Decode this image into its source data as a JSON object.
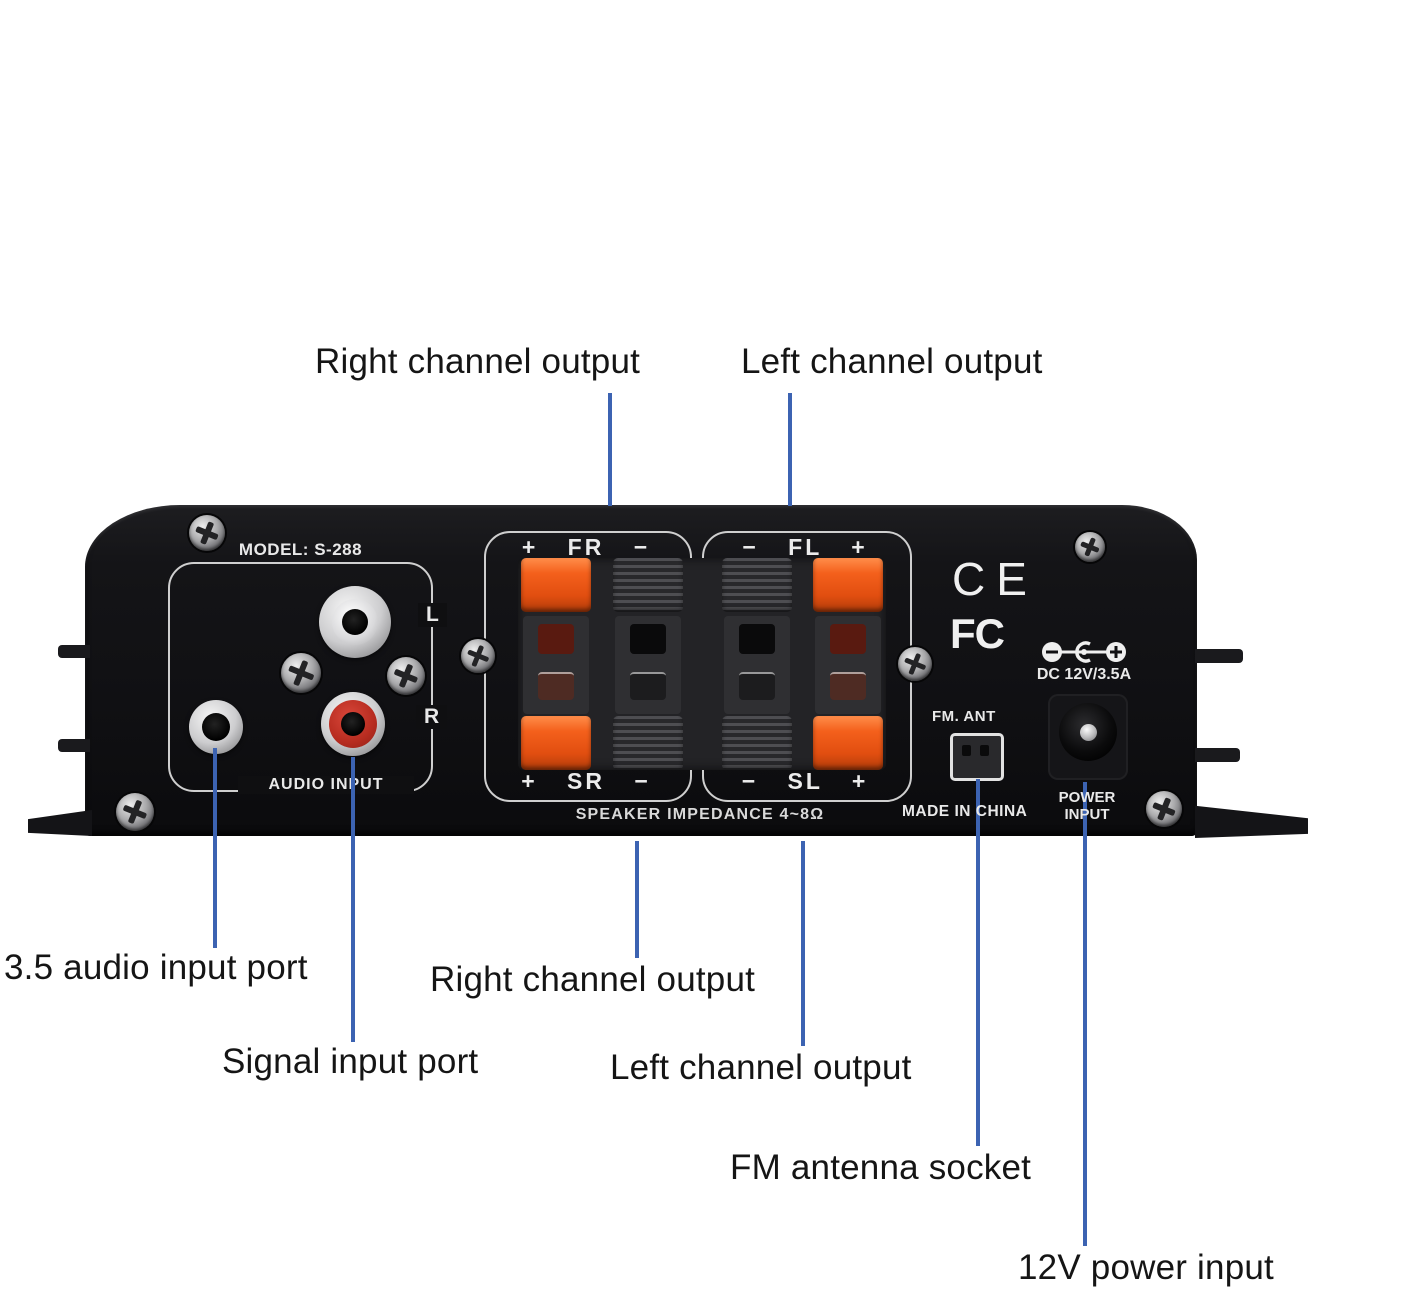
{
  "annotations": {
    "top_right_channel": "Right channel output",
    "top_left_channel": "Left channel output",
    "audio_35": "3.5 audio input port",
    "signal_input": "Signal input port",
    "bottom_right_channel": "Right channel output",
    "bottom_left_channel": "Left channel output",
    "fm_antenna": "FM antenna socket",
    "power_12v": "12V power input"
  },
  "panel": {
    "model": "MODEL: S-288",
    "audio_section": {
      "title": "AUDIO INPUT",
      "left": "L",
      "right": "R"
    },
    "terminals": {
      "front_right": "+ FR −",
      "front_left": "− FL +",
      "surround_right": "+ SR −",
      "surround_left": "− SL +",
      "impedance": "SPEAKER IMPEDANCE 4~8Ω"
    },
    "marks": {
      "ce": "CE",
      "fcc": "FC"
    },
    "power": {
      "dc_rating": "DC 12V/3.5A",
      "fm_ant": "FM. ANT",
      "made_in": "MADE IN CHINA",
      "power_label_1": "POWER",
      "power_label_2": "INPUT"
    }
  },
  "colors": {
    "annotation_line": "#3c63b2",
    "terminal_orange": "#e8541a",
    "panel_black": "#101013",
    "rca_red": "#b72c20"
  }
}
